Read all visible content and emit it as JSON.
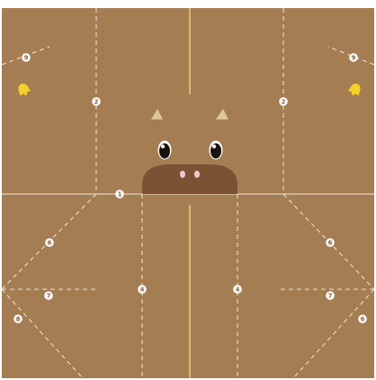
{
  "diagram": {
    "colors": {
      "paper": "#a47d52",
      "snout": "#7b5234",
      "horn": "#dcc69a",
      "eye_white": "#ffffff",
      "eye_pupil": "#1a130d",
      "nostril": "#f3c7cd",
      "bell": "#f5d02a",
      "fold_line": "#f2e8d6",
      "center_line": "#f4e27a",
      "marker_fill": "#ffffff",
      "marker_text": "#8a6340"
    },
    "icons": [
      "bell-icon",
      "horn-icon",
      "eye-icon",
      "nostril-icon"
    ],
    "steps": {
      "s1": "1",
      "s2": "2",
      "s4": "4",
      "s6": "6",
      "s7": "7",
      "s8": "8",
      "s9": "9"
    }
  }
}
